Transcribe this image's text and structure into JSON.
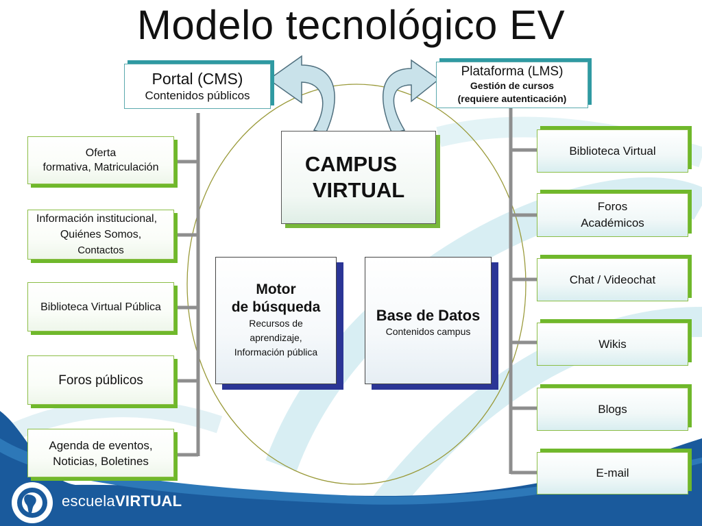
{
  "title": "Modelo tecnológico EV",
  "portal": {
    "title": "Portal (CMS)",
    "subtitle": "Contenidos públicos"
  },
  "plataforma": {
    "title": "Plataforma (LMS)",
    "line1": "Gestión de cursos",
    "line2": "(requiere autenticación)"
  },
  "campus": {
    "line1": "CAMPUS",
    "line2": "VIRTUAL"
  },
  "motor": {
    "title1": "Motor",
    "title2": "de búsqueda",
    "l1": "Recursos de",
    "l2": "aprendizaje,",
    "l3": "Información pública"
  },
  "base": {
    "title": "Base de Datos",
    "subtitle": "Contenidos campus"
  },
  "left_items": [
    {
      "l1": "Oferta",
      "l2": "formativa, Matriculación",
      "l3": ""
    },
    {
      "l1": "Información institucional,",
      "l2": "Quiénes Somos,",
      "l3": "Contactos"
    },
    {
      "l1": "Biblioteca Virtual Pública",
      "l2": "",
      "l3": ""
    },
    {
      "l1": "Foros públicos",
      "l2": "",
      "l3": ""
    },
    {
      "l1": "Agenda de eventos,",
      "l2": "Noticias, Boletines",
      "l3": ""
    }
  ],
  "right_items": [
    {
      "l1": "Biblioteca Virtual",
      "l2": ""
    },
    {
      "l1": "Foros",
      "l2": "Académicos"
    },
    {
      "l1": "Chat / Videochat",
      "l2": ""
    },
    {
      "l1": "Wikis",
      "l2": ""
    },
    {
      "l1": "Blogs",
      "l2": ""
    },
    {
      "l1": "E-mail",
      "l2": ""
    }
  ],
  "logo": {
    "prefix": "escuela",
    "bold": "VIRTUAL"
  },
  "colors": {
    "green_shadow": "#6fb82b",
    "teal_shadow": "#2f9aa2",
    "navy_shadow": "#2b3596",
    "footer_blue": "#1a5a9c",
    "swirl": "#d6edf2",
    "connector": "#8e8e8e"
  }
}
